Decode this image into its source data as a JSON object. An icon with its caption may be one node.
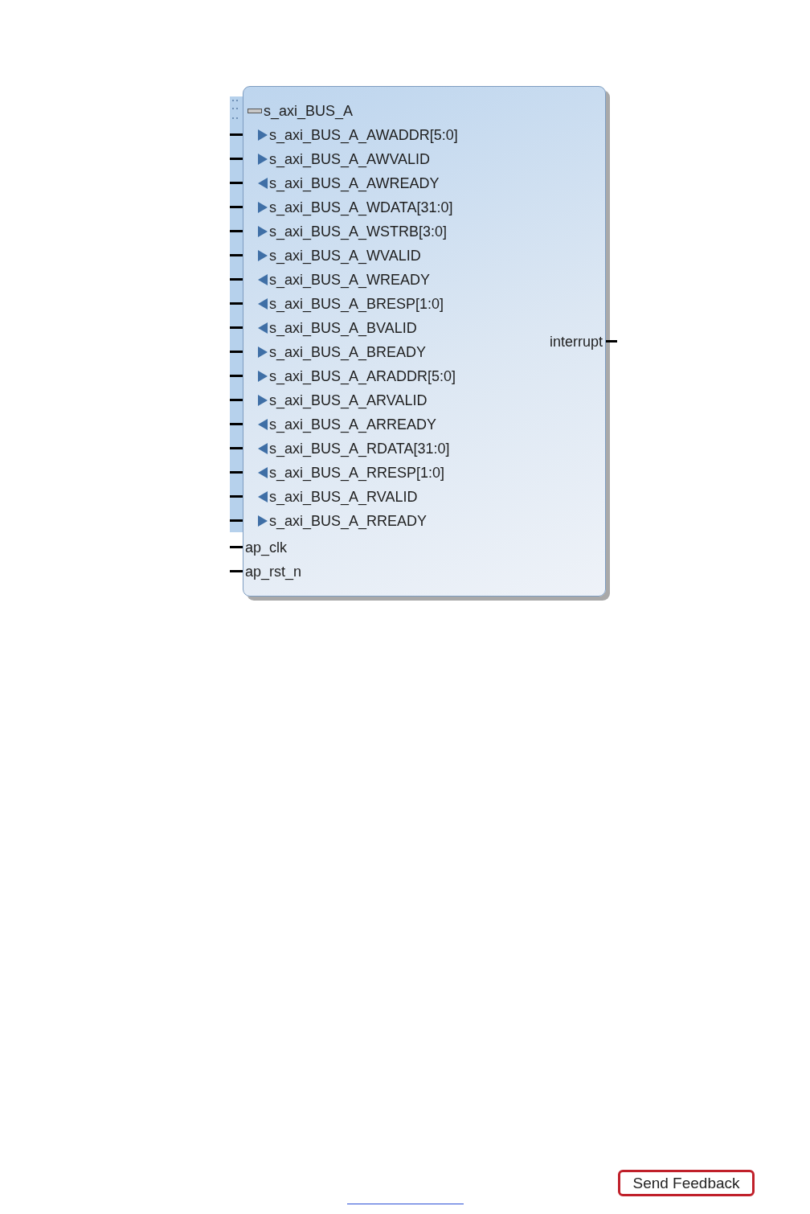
{
  "diagram": {
    "nodes": [
      {
        "text": [],
        "shape": "box"
      },
      {
        "text": [
          "s_axi_BUS_A"
        ],
        "in": 0
      },
      {
        "text": [
          "s_axi_BUS_A_AWADDR[5:0]"
        ],
        "in": 0
      },
      {
        "text": [
          "s_axi_BUS_A_AWVALID"
        ],
        "in": 0
      },
      {
        "text": [
          "s_axi_BUS_A_AWREADY"
        ],
        "in": 0
      },
      {
        "text": [
          "s_axi_BUS_A_WDATA[31:0]"
        ],
        "in": 0
      },
      {
        "text": [
          "s_axi_BUS_A_WSTRB[3:0]"
        ],
        "in": 0
      },
      {
        "text": [
          "s_axi_BUS_A_WVALID"
        ],
        "in": 0
      },
      {
        "text": [
          "s_axi_BUS_A_WREADY"
        ],
        "in": 0
      },
      {
        "text": [
          "s_axi_BUS_A_BRESP[1:0]"
        ],
        "in": 0
      },
      {
        "text": [
          "s_axi_BUS_A_BVALID"
        ],
        "in": 0
      },
      {
        "text": [
          "s_axi_BUS_A_BREADY"
        ],
        "in": 0
      },
      {
        "text": [
          "s_axi_BUS_A_ARADDR[5:0]"
        ],
        "in": 0
      },
      {
        "text": [
          "s_axi_BUS_A_ARVALID"
        ],
        "in": 0
      },
      {
        "text": [
          "s_axi_BUS_A_ARREADY"
        ],
        "in": 0
      },
      {
        "text": [
          "s_axi_BUS_A_RDATA[31:0]"
        ],
        "in": 0
      },
      {
        "text": [
          "s_axi_BUS_A_RRESP[1:0]"
        ],
        "in": 0
      },
      {
        "text": [
          "s_axi_BUS_A_RVALID"
        ],
        "in": 0
      },
      {
        "text": [
          "s_axi_BUS_A_RREADY"
        ],
        "in": 0
      },
      {
        "text": [
          "ap_clk"
        ],
        "in": 0
      },
      {
        "text": [
          "ap_rst_n"
        ],
        "in": 0
      },
      {
        "text": [
          "interrupt"
        ],
        "in": 0
      }
    ],
    "labels": [
      "Send Feedback"
    ]
  }
}
